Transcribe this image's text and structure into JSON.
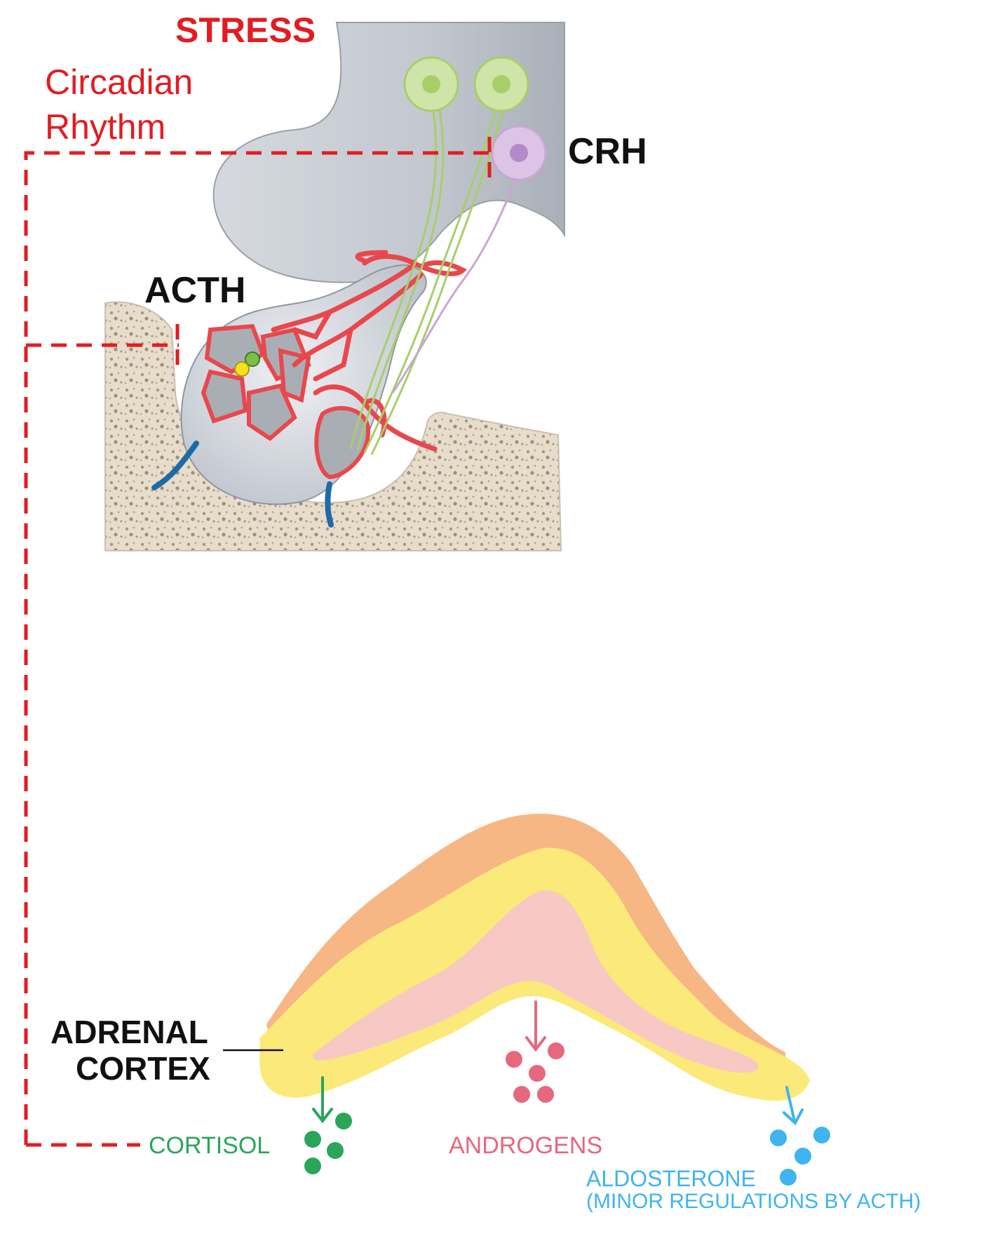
{
  "labels": {
    "stress": "STRESS",
    "circadian_line1": "Circadian",
    "circadian_line2": "Rhythm",
    "crh": "CRH",
    "acth": "ACTH",
    "adrenal_line1": "ADRENAL",
    "adrenal_line2": "CORTEX",
    "cortisol": "CORTISOL",
    "androgens": "ANDROGENS",
    "aldosterone_line1": "ALDOSTERONE",
    "aldosterone_line2": "(MINOR REGULATIONS BY ACTH)"
  },
  "colors": {
    "feedback_line": "#e11d23",
    "cortisol": "#2aa55a",
    "androgens": "#e5687c",
    "aldosterone": "#3fb4ef",
    "capillaries": "#e8484d",
    "crh_neurons": "#b7d97a",
    "acth_neuron": "#c9a6d8",
    "hypothalamus": "#c9ced6",
    "bone": "#e8dccb",
    "zona_glomerulosa": "#f6b784",
    "zona_fasciculata": "#fbe97a",
    "zona_reticularis": "#f8c8c4"
  }
}
